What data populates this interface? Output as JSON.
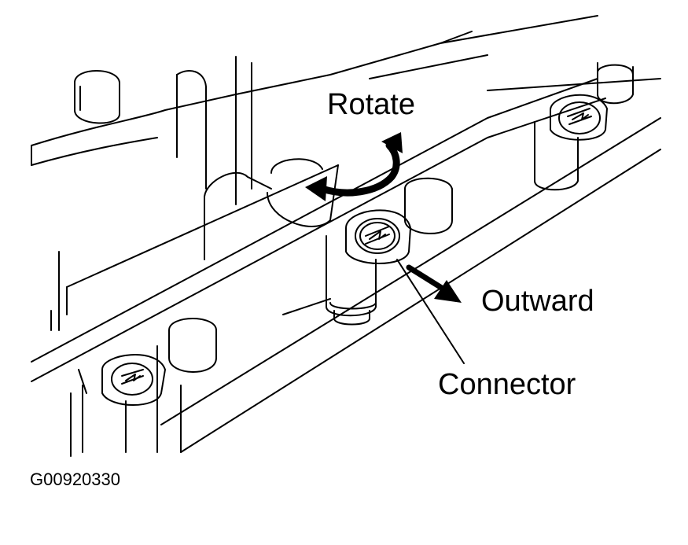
{
  "labels": {
    "rotate": "Rotate",
    "outward": "Outward",
    "connector": "Connector"
  },
  "figure_id": "G00920330",
  "colors": {
    "line": "#000000",
    "background": "#ffffff"
  },
  "icons": [
    "rotate-arrow-icon",
    "outward-arrow-icon"
  ]
}
